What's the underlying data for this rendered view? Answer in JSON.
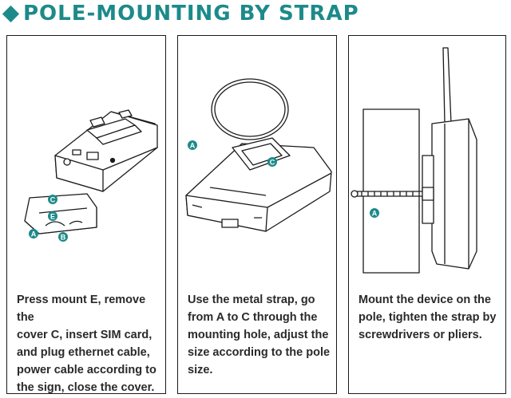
{
  "title": "POLE-MOUNTING BY STRAP",
  "colors": {
    "accent": "#1d8a8a",
    "line": "#1a1a1a"
  },
  "steps": [
    {
      "markers": [
        "C",
        "E",
        "A",
        "B"
      ],
      "caption": "Press mount E, remove the\ncover C, insert SIM card,\nand plug ethernet cable,\npower cable according to\nthe sign, close the cover."
    },
    {
      "markers": [
        "A",
        "C"
      ],
      "caption": "Use the metal strap, go\nfrom A to C through the\nmounting hole, adjust the\nsize according to the pole\nsize."
    },
    {
      "markers": [
        "A"
      ],
      "caption": "Mount the device on the\npole, tighten the strap by\nscrewdrivers or pliers."
    }
  ]
}
